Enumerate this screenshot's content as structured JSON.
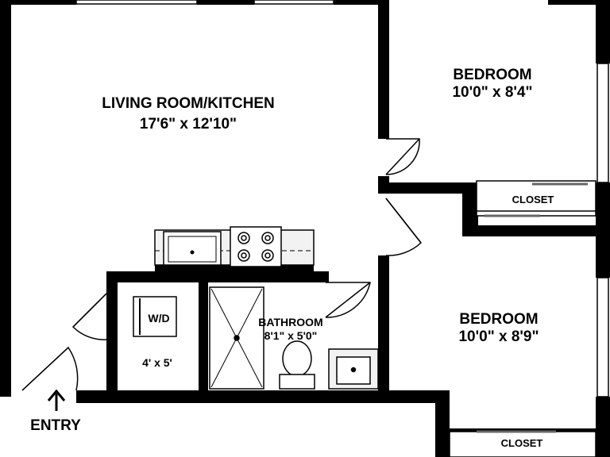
{
  "rooms": {
    "living": {
      "name": "LIVING ROOM/KITCHEN",
      "size": "17'6\" x 12'10\""
    },
    "bedroom1": {
      "name": "BEDROOM",
      "size": "10'0\" x 8'4\""
    },
    "closet1": {
      "name": "CLOSET"
    },
    "bedroom2": {
      "name": "BEDROOM",
      "size": "10'0\" x 8'9\""
    },
    "closet2": {
      "name": "CLOSET"
    },
    "bathroom": {
      "name": "BATHROOM",
      "size": "8'1\" x 5'0\""
    },
    "laundry": {
      "name": "W/D",
      "size": "4' x 5'"
    }
  },
  "entry": {
    "label": "ENTRY"
  },
  "colors": {
    "wall": "#000000",
    "background": "#ffffff",
    "fixture": "#f2f2f2"
  }
}
